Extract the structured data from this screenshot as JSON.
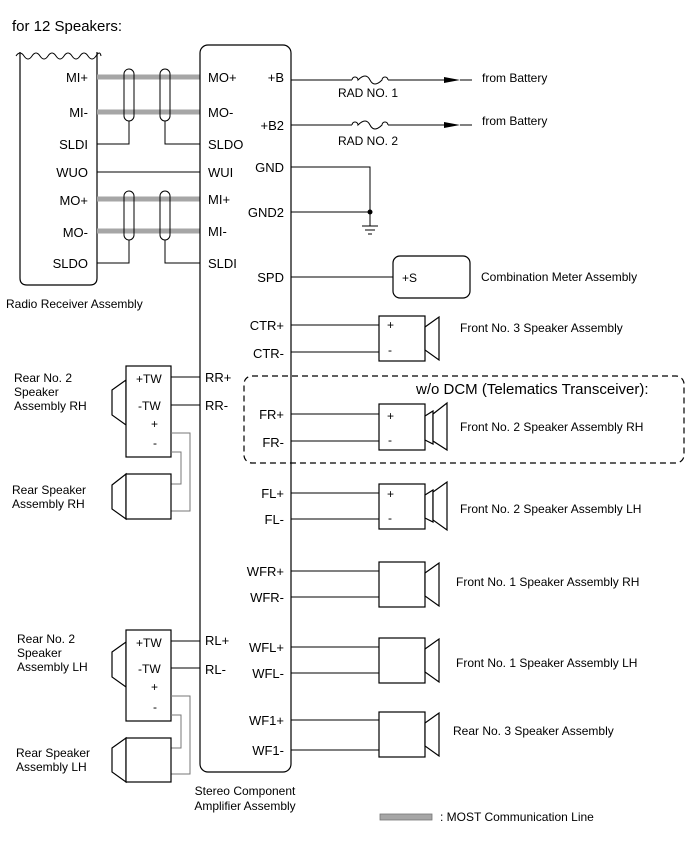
{
  "header": "for 12 Speakers:",
  "radio": {
    "label": "Radio Receiver Assembly",
    "pins": [
      "MI+",
      "MI-",
      "SLDI",
      "WUO",
      "MO+",
      "MO-",
      "SLDO"
    ]
  },
  "amp": {
    "label_line1": "Stereo Component",
    "label_line2": "Amplifier Assembly",
    "left_pins": [
      "MO+",
      "MO-",
      "SLDO",
      "WUI",
      "MI+",
      "MI-",
      "SLDI",
      "RR+",
      "RR-",
      "RL+",
      "RL-"
    ],
    "right_pins": [
      "+B",
      "+B2",
      "GND",
      "GND2",
      "SPD",
      "CTR+",
      "CTR-",
      "FR+",
      "FR-",
      "FL+",
      "FL-",
      "WFR+",
      "WFR-",
      "WFL+",
      "WFL-",
      "WF1+",
      "WF1-"
    ]
  },
  "fuses": [
    "RAD NO. 1",
    "RAD NO. 2"
  ],
  "battery": [
    "from Battery",
    "from Battery"
  ],
  "meter": {
    "terminal": "+S",
    "label": "Combination Meter Assembly"
  },
  "dcm_note": "w/o DCM (Telematics Transceiver):",
  "front_speakers": [
    "Front No. 3 Speaker Assembly",
    "Front No. 2 Speaker Assembly RH",
    "Front No. 2 Speaker Assembly LH",
    "Front No. 1 Speaker Assembly RH",
    "Front No. 1 Speaker Assembly LH",
    "Rear No. 3 Speaker Assembly"
  ],
  "spk_terminals": [
    "+",
    "-"
  ],
  "rear_tw_rh": {
    "label": [
      "Rear No. 2",
      "Speaker",
      "Assembly RH"
    ],
    "terminals": [
      "+TW",
      "-TW",
      "+",
      "-"
    ]
  },
  "rear_rh": {
    "label": [
      "Rear Speaker",
      "Assembly RH"
    ]
  },
  "rear_tw_lh": {
    "label": [
      "Rear No. 2",
      "Speaker",
      "Assembly LH"
    ],
    "terminals": [
      "+TW",
      "-TW",
      "+",
      "-"
    ]
  },
  "rear_lh": {
    "label": [
      "Rear Speaker",
      "Assembly LH"
    ]
  },
  "legend": ": MOST Communication Line"
}
